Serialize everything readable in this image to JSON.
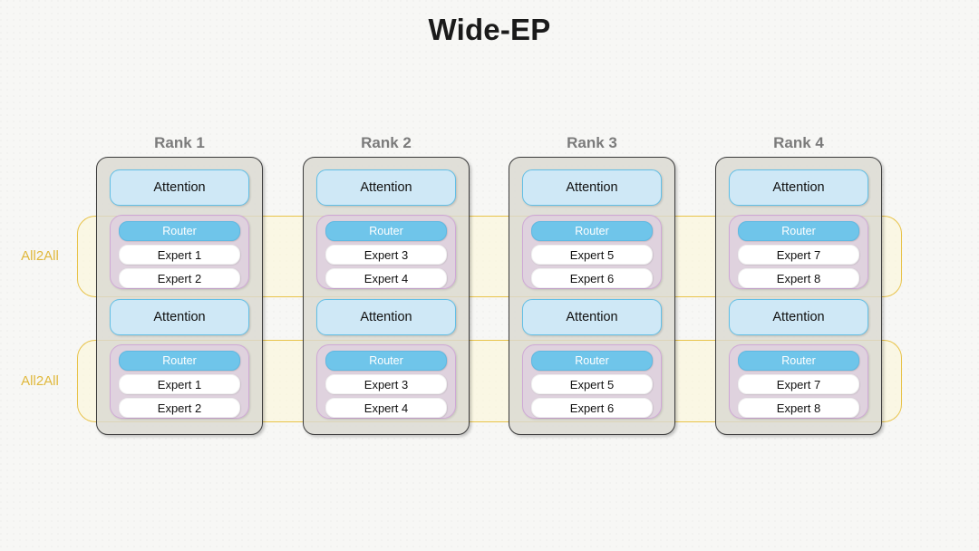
{
  "title": "Wide-EP",
  "all2all": {
    "bands": [
      {
        "label": "All2All"
      },
      {
        "label": "All2All"
      }
    ]
  },
  "colors": {
    "background": "#f7f7f5",
    "title_text": "#1a1a1a",
    "rank_title_text": "#7b7b7b",
    "rank_card_fill": "#dbd9d2",
    "rank_card_border": "#3b3b3b",
    "attention_fill": "#cfe8f6",
    "attention_border": "#62bfe6",
    "router_fill": "#6fc5ea",
    "router_text": "#ffffff",
    "moe_fill": "#decde2",
    "moe_border": "#cfa8d6",
    "expert_fill": "#ffffff",
    "all2all_accent": "#e0b83c",
    "all2all_band_fill": "#fdf7d6"
  },
  "ranks": [
    {
      "title": "Rank 1",
      "layers": [
        {
          "attention": "Attention",
          "router": "Router",
          "experts": [
            "Expert 1",
            "Expert 2"
          ]
        },
        {
          "attention": "Attention",
          "router": "Router",
          "experts": [
            "Expert 1",
            "Expert 2"
          ]
        }
      ]
    },
    {
      "title": "Rank 2",
      "layers": [
        {
          "attention": "Attention",
          "router": "Router",
          "experts": [
            "Expert 3",
            "Expert 4"
          ]
        },
        {
          "attention": "Attention",
          "router": "Router",
          "experts": [
            "Expert 3",
            "Expert 4"
          ]
        }
      ]
    },
    {
      "title": "Rank 3",
      "layers": [
        {
          "attention": "Attention",
          "router": "Router",
          "experts": [
            "Expert 5",
            "Expert 6"
          ]
        },
        {
          "attention": "Attention",
          "router": "Router",
          "experts": [
            "Expert 5",
            "Expert 6"
          ]
        }
      ]
    },
    {
      "title": "Rank 4",
      "layers": [
        {
          "attention": "Attention",
          "router": "Router",
          "experts": [
            "Expert 7",
            "Expert 8"
          ]
        },
        {
          "attention": "Attention",
          "router": "Router",
          "experts": [
            "Expert 7",
            "Expert 8"
          ]
        }
      ]
    }
  ]
}
